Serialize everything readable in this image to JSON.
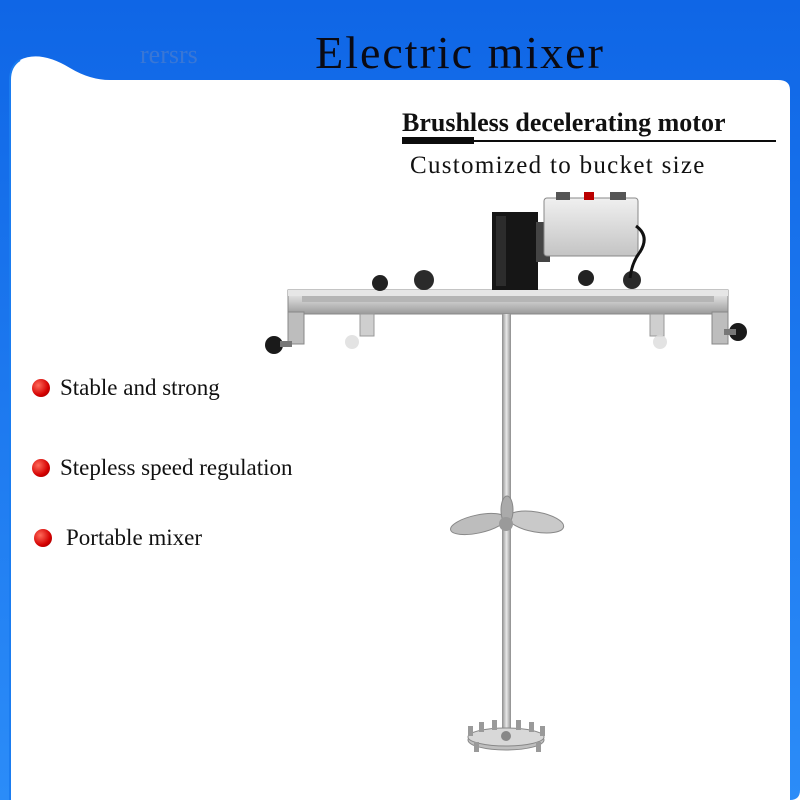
{
  "header": {
    "title": "Electric mixer",
    "ghost_text": "rersrs"
  },
  "features": {
    "motor": "Brushless decelerating motor",
    "size": "Customized to bucket size"
  },
  "bullets": [
    "Stable and strong",
    "Stepless speed regulation",
    "Portable mixer"
  ],
  "colors": {
    "banner": "#1a7cf0",
    "bullet": "#d40000",
    "text": "#0a0a14"
  }
}
